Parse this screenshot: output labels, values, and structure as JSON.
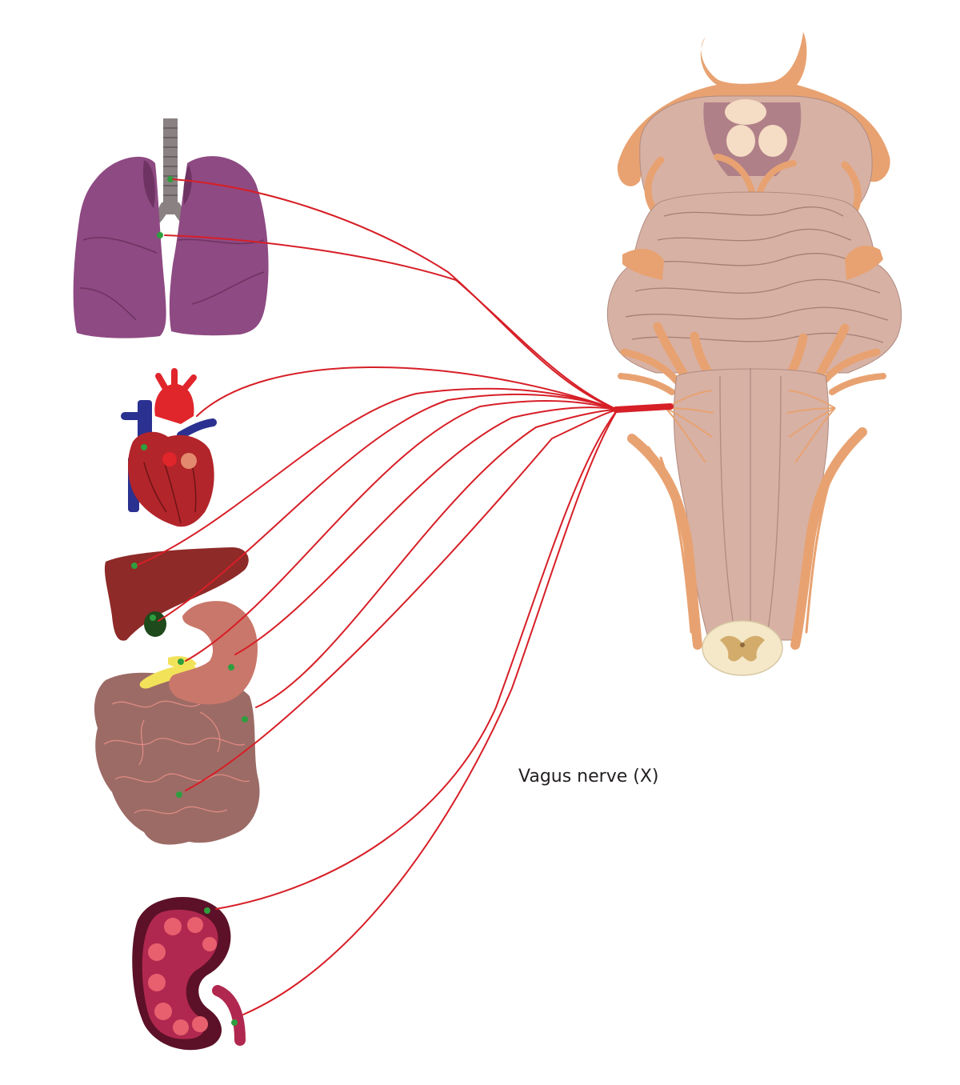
{
  "diagram": {
    "caption": "Vagus nerve (X)",
    "colors": {
      "nerve": "#d71f27",
      "terminal_dot": "#2e9e3e",
      "lung": "#8e4a82",
      "heart_muscle": "#b2252a",
      "artery": "#e0252b",
      "vein": "#2a3190",
      "liver": "#8e2a28",
      "gallbladder": "#1f4a1c",
      "stomach": "#c9776a",
      "pancreas": "#f2e25a",
      "intestine": "#9c6b66",
      "kidney": "#b0284f",
      "brainstem": "#d7b1a4",
      "cranial_nerves": "#eaa36f",
      "spinal_cord": "#f4e8c8"
    },
    "organs": [
      {
        "name": "lungs",
        "icon": "lungs-icon"
      },
      {
        "name": "heart",
        "icon": "heart-icon"
      },
      {
        "name": "liver",
        "icon": "liver-icon"
      },
      {
        "name": "gallbladder",
        "icon": "gallbladder-icon"
      },
      {
        "name": "stomach",
        "icon": "stomach-icon"
      },
      {
        "name": "pancreas",
        "icon": "pancreas-icon"
      },
      {
        "name": "intestines",
        "icon": "intestines-icon"
      },
      {
        "name": "kidney",
        "icon": "kidney-icon"
      },
      {
        "name": "brainstem",
        "icon": "brainstem-icon"
      }
    ]
  }
}
